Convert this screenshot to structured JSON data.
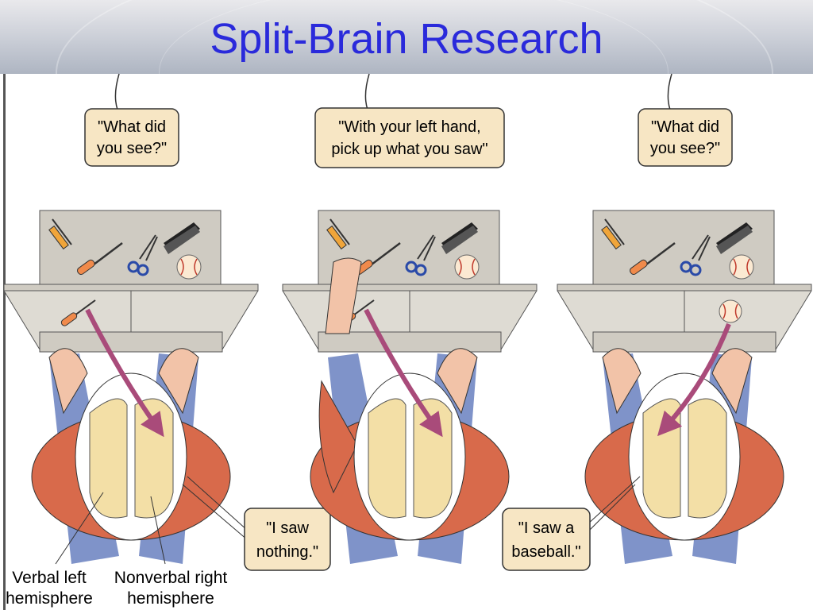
{
  "title": "Split-Brain Research",
  "panels": [
    {
      "prompt_line1": "\"What did",
      "prompt_line2": "you see?\""
    },
    {
      "prompt_line1": "\"With your left hand,",
      "prompt_line2": "pick up what you saw\""
    },
    {
      "prompt_line1": "\"What did",
      "prompt_line2": "you see?\""
    }
  ],
  "responses": {
    "nothing_line1": "\"I saw",
    "nothing_line2": "nothing.\"",
    "baseball_line1": "\"I saw a",
    "baseball_line2": "baseball.\""
  },
  "labels": {
    "left_line1": "Verbal left",
    "left_line2": "hemisphere",
    "right_line1": "Nonverbal right",
    "right_line2": "hemisphere"
  },
  "colors": {
    "title": "#2a2adb",
    "bubble": "#f7e6c4",
    "shirt": "#d86a4b",
    "brain": "#f3dfa6",
    "arrow": "#a94b7a",
    "jeans": "#7f93c9",
    "skin": "#f2c3a8"
  }
}
